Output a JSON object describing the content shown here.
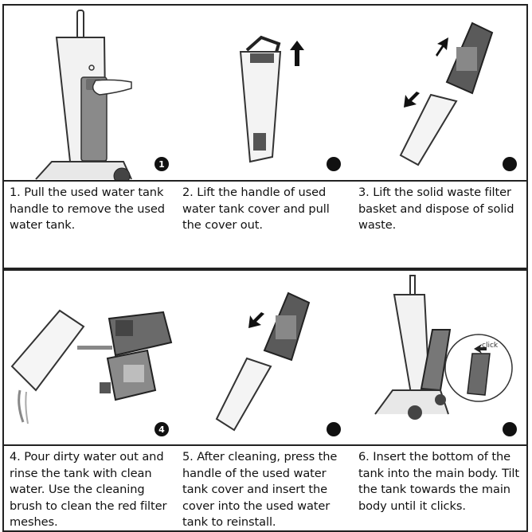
{
  "steps": [
    {
      "number": "1",
      "text": "1. Pull the used water tank handle to remove the used water tank."
    },
    {
      "number": "",
      "text": "2. Lift the handle of used water tank cover and pull the cover out."
    },
    {
      "number": "",
      "text": "3. Lift the solid waste filter basket and dispose of solid waste."
    },
    {
      "number": "4",
      "text": "4. Pour dirty water out and rinse the tank with clean water. Use the cleaning brush to clean the red filter meshes."
    },
    {
      "number": "",
      "text": "5. After cleaning, press the handle of the used water tank cover and insert the cover into the used water tank to reinstall."
    },
    {
      "number": "",
      "text": "6. Insert the bottom of the tank into the main body. Tilt the tank towards the main body until it clicks."
    }
  ],
  "callout": {
    "click_label": "click"
  }
}
